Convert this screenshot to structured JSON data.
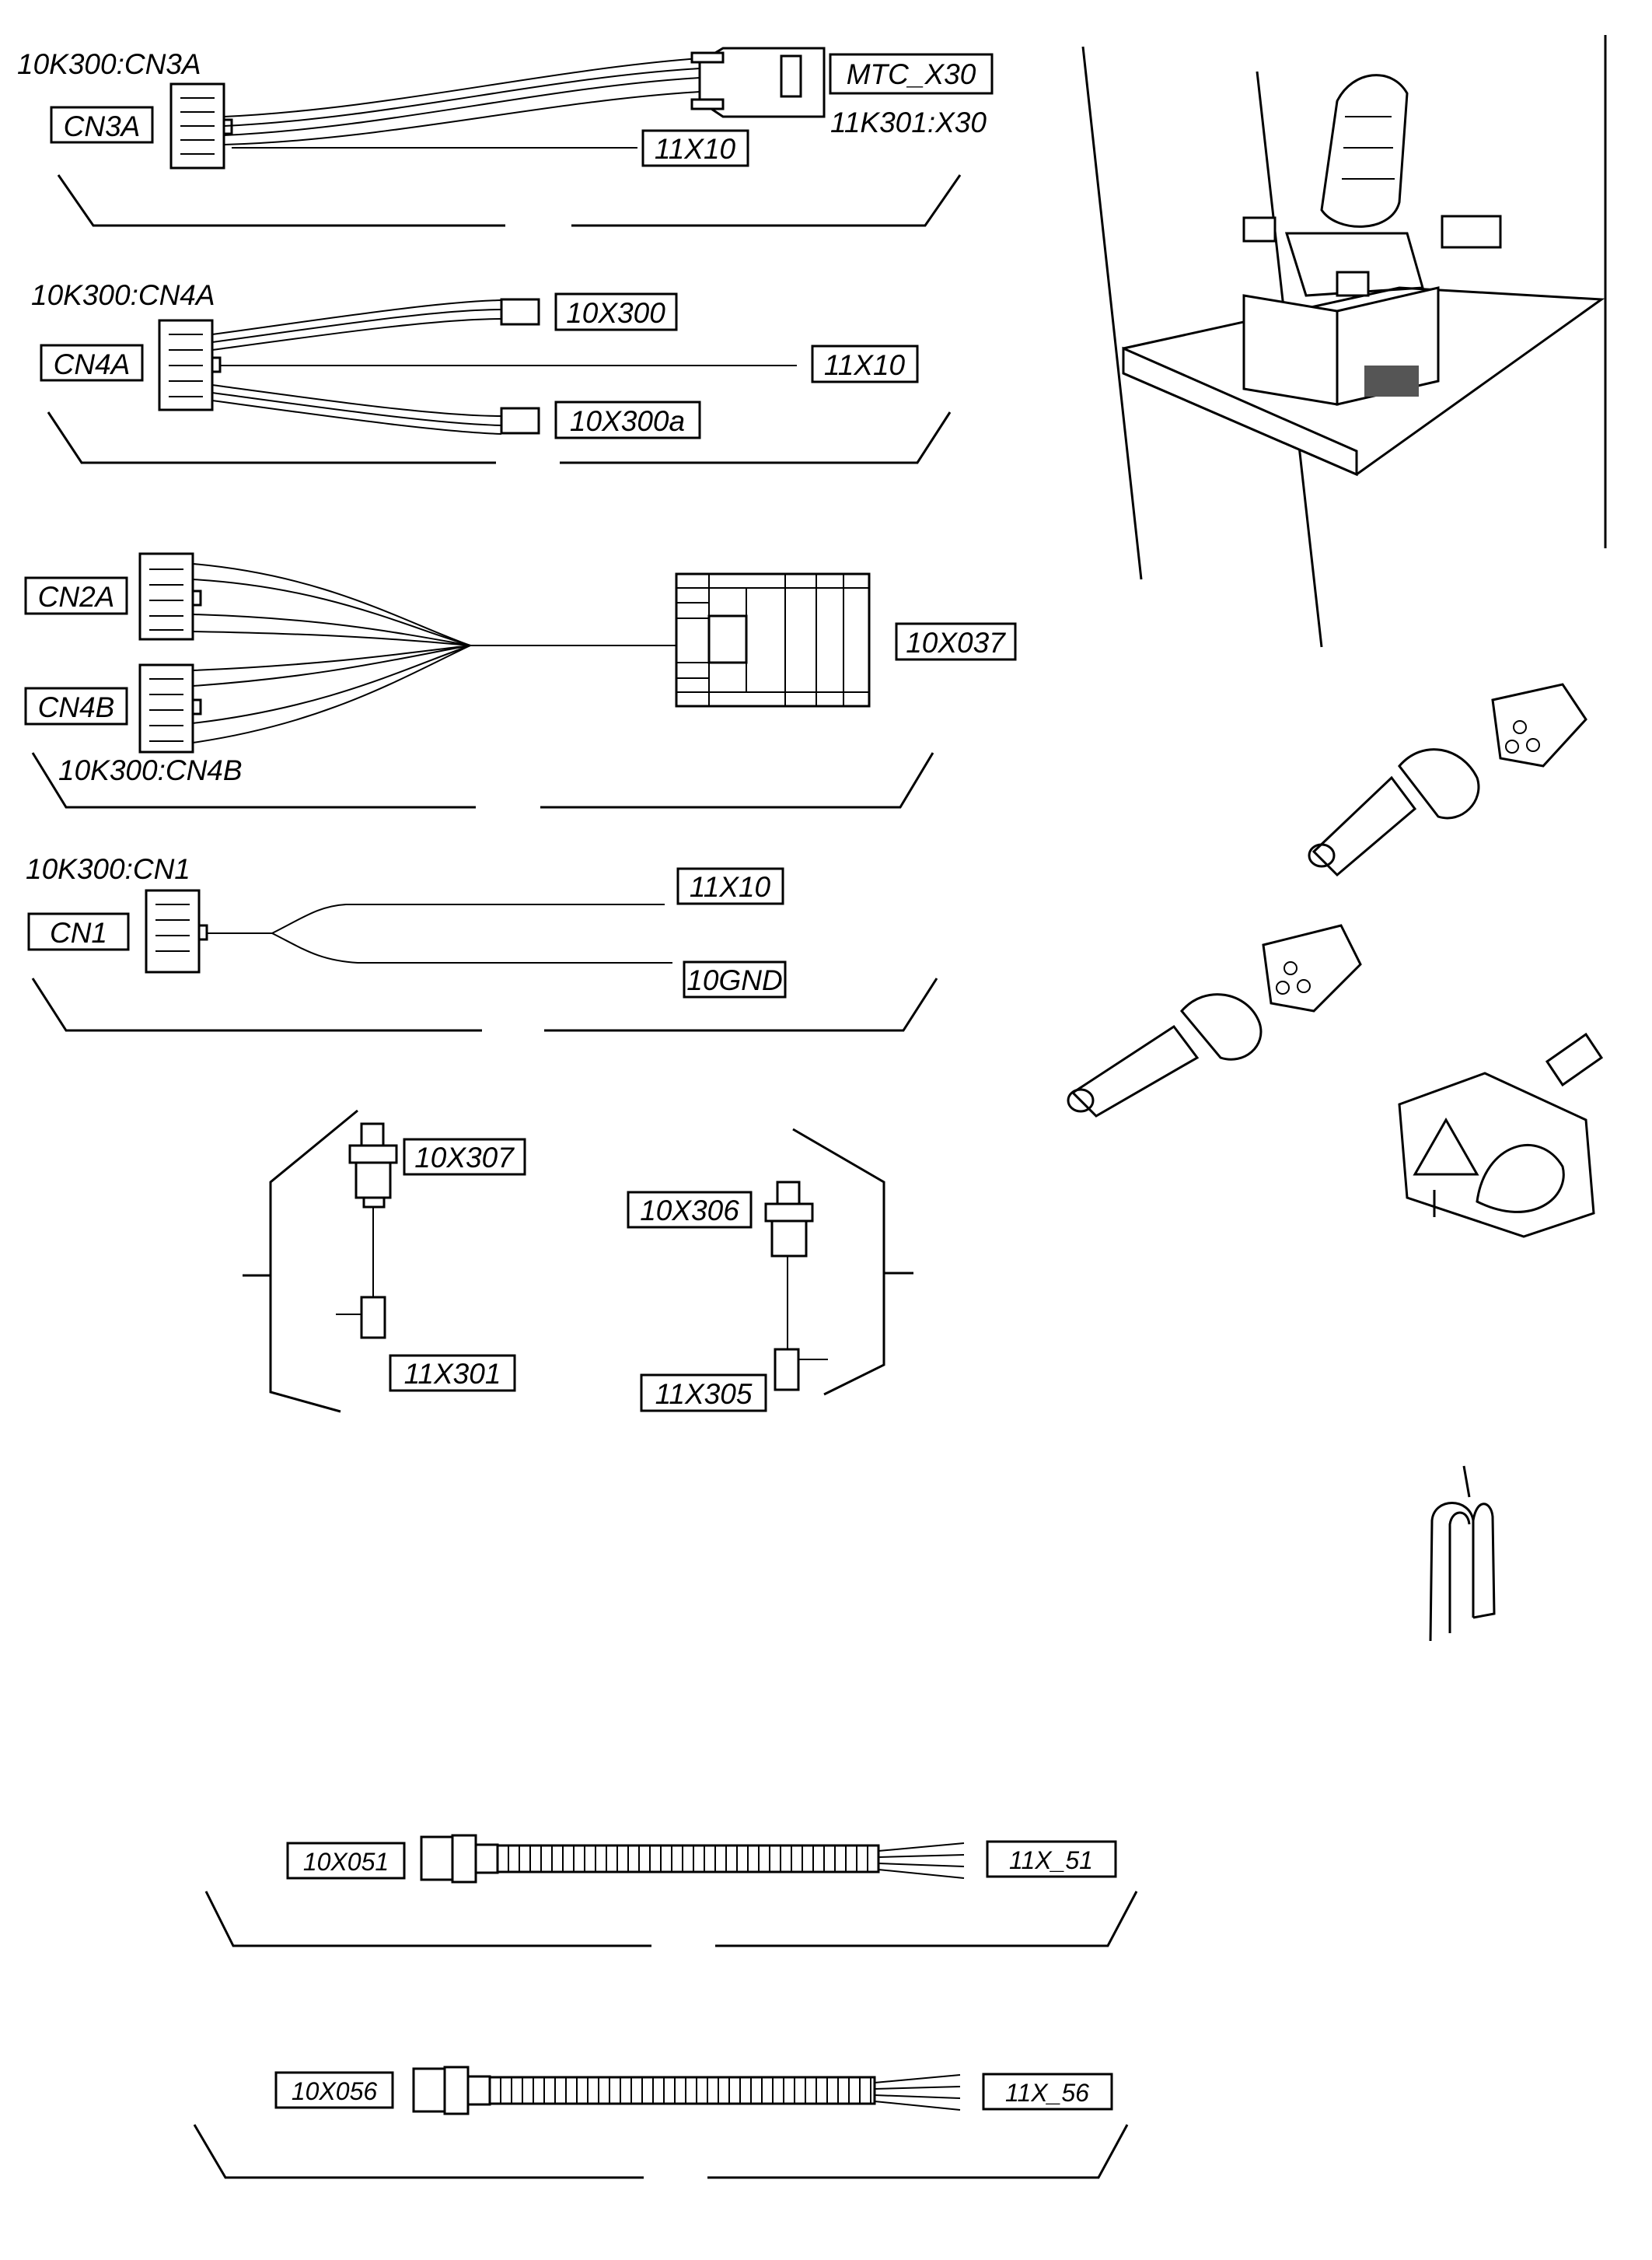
{
  "harness_cn3a": {
    "ref": "10K300:CN3A",
    "plug": "CN3A",
    "end_a": "MTC_X30",
    "end_a_ref": "11K301:X30",
    "ground": "11X10"
  },
  "harness_cn4a": {
    "ref": "10K300:CN4A",
    "plug": "CN4A",
    "end_a": "10X300",
    "end_b": "11X10",
    "end_c": "10X300a"
  },
  "harness_cn2a_cn4b": {
    "plug_a": "CN2A",
    "plug_b": "CN4B",
    "ref": "10K300:CN4B",
    "end": "10X037"
  },
  "harness_cn1": {
    "ref": "10K300:CN1",
    "plug": "CN1",
    "end_a": "11X10",
    "end_b": "10GND"
  },
  "lead_left": {
    "top": "10X307",
    "bottom": "11X301"
  },
  "lead_right": {
    "top": "10X306",
    "bottom": "11X305"
  },
  "cable_51": {
    "start": "10X051",
    "end": "11X_51"
  },
  "cable_56": {
    "start": "10X056",
    "end": "11X_56"
  }
}
